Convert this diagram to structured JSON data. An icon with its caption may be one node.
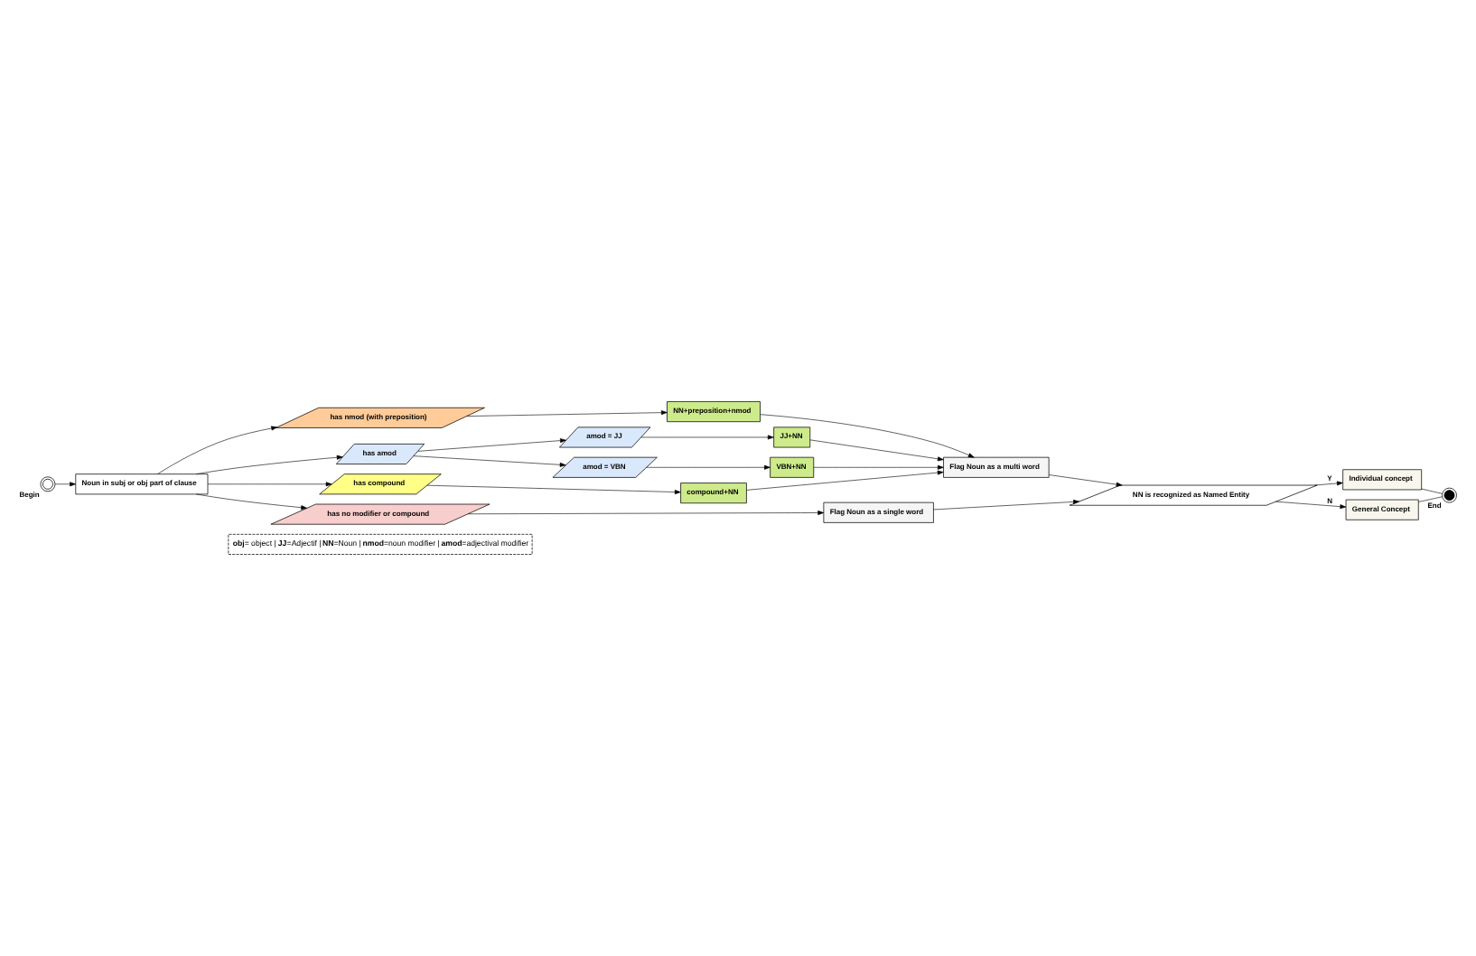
{
  "diagram": {
    "nodes": [
      {
        "text": [
          "Noun in subj or obj part of clause"
        ]
      },
      {
        "text": [],
        "shape": "circle",
        "beside": [
          "Begin"
        ]
      },
      {
        "text": [
          "has nmod (with preposition)"
        ]
      },
      {
        "text": [
          "has amod"
        ]
      },
      {
        "text": [
          "amod = JJ"
        ]
      },
      {
        "text": [
          "amod = VBN"
        ]
      },
      {
        "text": [
          "has compound"
        ]
      },
      {
        "text": [
          "has no modifier or compound"
        ]
      },
      {
        "text": [
          "NN+preposition+nmod"
        ]
      },
      {
        "text": [
          "JJ+NN"
        ]
      },
      {
        "text": [
          "VBN+NN"
        ]
      },
      {
        "text": [
          "compound+NN"
        ]
      },
      {
        "text": [
          "Flag Noun as a single word"
        ]
      },
      {
        "text": [
          "Flag Noun as a multi word"
        ]
      },
      {
        "text": [
          "NN is recognized as Named Entity"
        ]
      },
      {
        "text": [
          "Individual concept"
        ]
      },
      {
        "text": [
          "General Concept"
        ]
      },
      {
        "text": [],
        "shape": "circle",
        "beside": [
          "End"
        ]
      }
    ],
    "edges": [
      {
        "from": 1,
        "to": 0,
        "arrow": "to"
      },
      {
        "from": 0,
        "to": 2,
        "arrow": "to"
      },
      {
        "from": 0,
        "to": 3,
        "arrow": "to"
      },
      {
        "from": 0,
        "to": 6,
        "arrow": "to"
      },
      {
        "from": 0,
        "to": 7,
        "arrow": "to"
      },
      {
        "from": 2,
        "to": 8,
        "arrow": "to"
      },
      {
        "from": 3,
        "to": 4,
        "arrow": "to"
      },
      {
        "from": 3,
        "to": 5,
        "arrow": "to"
      },
      {
        "from": 4,
        "to": 9,
        "arrow": "to"
      },
      {
        "from": 5,
        "to": 10,
        "arrow": "to"
      },
      {
        "from": 6,
        "to": 11,
        "arrow": "to"
      },
      {
        "from": 8,
        "to": 13,
        "arrow": "to"
      },
      {
        "from": 9,
        "to": 13,
        "arrow": "to"
      },
      {
        "from": 10,
        "to": 13,
        "arrow": "to"
      },
      {
        "from": 11,
        "to": 13,
        "arrow": "to"
      },
      {
        "from": 7,
        "to": 12,
        "arrow": "to"
      },
      {
        "from": 12,
        "to": 14,
        "arrow": "to"
      },
      {
        "from": 13,
        "to": 14,
        "arrow": "to"
      },
      {
        "from": 14,
        "to": 15,
        "arrow": "to",
        "label": "Y"
      },
      {
        "from": 14,
        "to": 16,
        "arrow": "to",
        "label": "N"
      },
      {
        "from": 15,
        "to": 17,
        "arrow": "none"
      },
      {
        "from": 16,
        "to": 17,
        "arrow": "none"
      }
    ],
    "labels": [
      "**obj**= object | **JJ**=Adjectif | **NN**=Noun | **nmod**=noun modifier | **amod**=adjectival modifier"
    ]
  }
}
